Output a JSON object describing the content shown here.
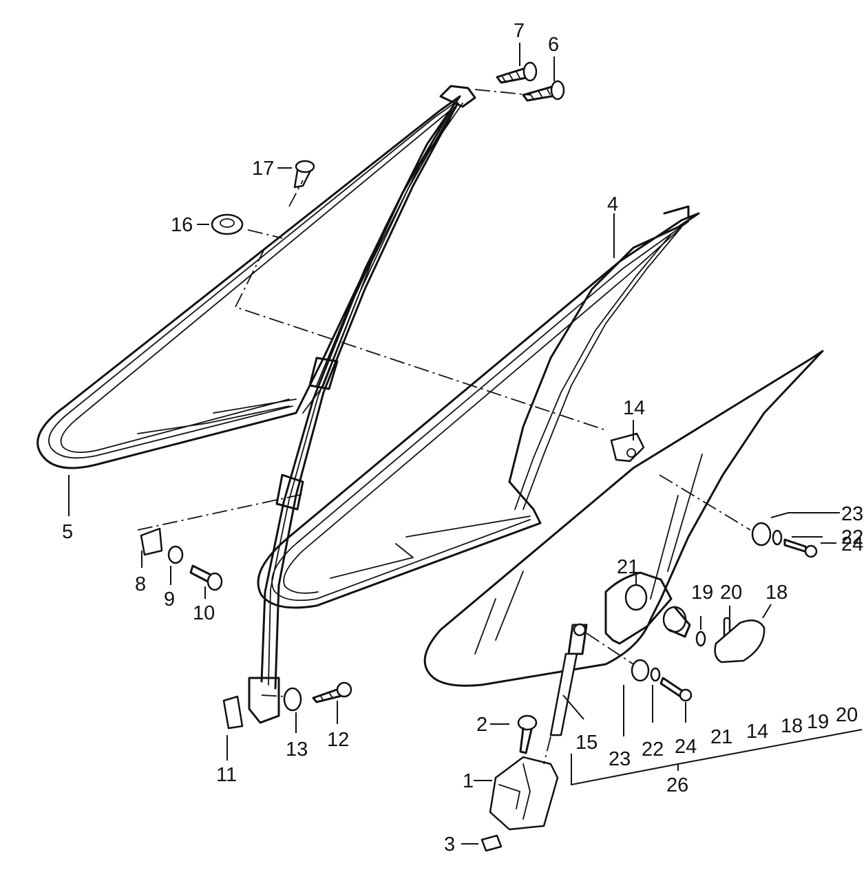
{
  "callouts": [
    {
      "id": "p1",
      "text": "1"
    },
    {
      "id": "p2",
      "text": "2"
    },
    {
      "id": "p3",
      "text": "3"
    },
    {
      "id": "p4",
      "text": "4"
    },
    {
      "id": "p5",
      "text": "5"
    },
    {
      "id": "p6",
      "text": "6"
    },
    {
      "id": "p7",
      "text": "7"
    },
    {
      "id": "p8",
      "text": "8"
    },
    {
      "id": "p9",
      "text": "9"
    },
    {
      "id": "p10",
      "text": "10"
    },
    {
      "id": "p11",
      "text": "11"
    },
    {
      "id": "p12",
      "text": "12"
    },
    {
      "id": "p13",
      "text": "13"
    },
    {
      "id": "p14",
      "text": "14"
    },
    {
      "id": "p15",
      "text": "15"
    },
    {
      "id": "p16",
      "text": "16"
    },
    {
      "id": "p17",
      "text": "17"
    },
    {
      "id": "p18",
      "text": "18"
    },
    {
      "id": "p19",
      "text": "19"
    },
    {
      "id": "p20",
      "text": "20"
    },
    {
      "id": "p21",
      "text": "21"
    },
    {
      "id": "p22",
      "text": "22"
    },
    {
      "id": "p23",
      "text": "23"
    },
    {
      "id": "p24",
      "text": "24"
    },
    {
      "id": "p22b",
      "text": "22"
    },
    {
      "id": "p23b",
      "text": "23"
    },
    {
      "id": "p24b",
      "text": "24"
    },
    {
      "id": "p26",
      "text": "26"
    },
    {
      "id": "k21",
      "text": "21"
    },
    {
      "id": "k14",
      "text": "14"
    },
    {
      "id": "k18",
      "text": "18"
    },
    {
      "id": "k19",
      "text": "19"
    },
    {
      "id": "k20",
      "text": "20"
    }
  ]
}
